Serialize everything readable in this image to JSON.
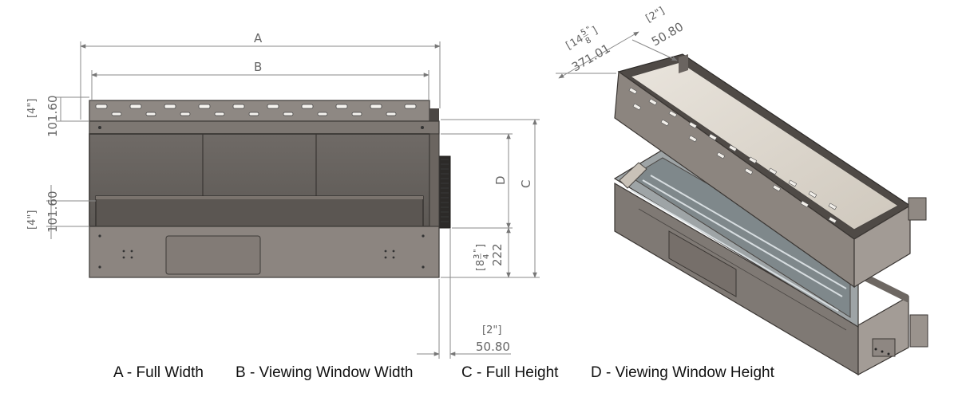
{
  "front_view": {
    "label_a": "A",
    "label_b": "B",
    "label_c": "C",
    "label_d": "D",
    "top_flange_in": "[4\"]",
    "top_flange_mm": "101.60",
    "mid_ledge_in": "[4\"]",
    "mid_ledge_mm": "101.60",
    "base_in_whole": "8",
    "base_in_num": "3",
    "base_in_den": "4",
    "base_in_quote": "\"",
    "base_mm": "222",
    "side_in": "[2\"]",
    "side_mm": "50.80"
  },
  "iso_view": {
    "depth_in_whole": "14",
    "depth_in_num": "5",
    "depth_in_den": "8",
    "depth_in_quote": "\"",
    "depth_mm": "371.01",
    "offset_in": "[2\"]",
    "offset_mm": "50.80"
  },
  "legend": {
    "a": "A - Full Width",
    "b": "B - Viewing Window Width",
    "c": "C - Full Height",
    "d": "D - Viewing Window Height"
  }
}
